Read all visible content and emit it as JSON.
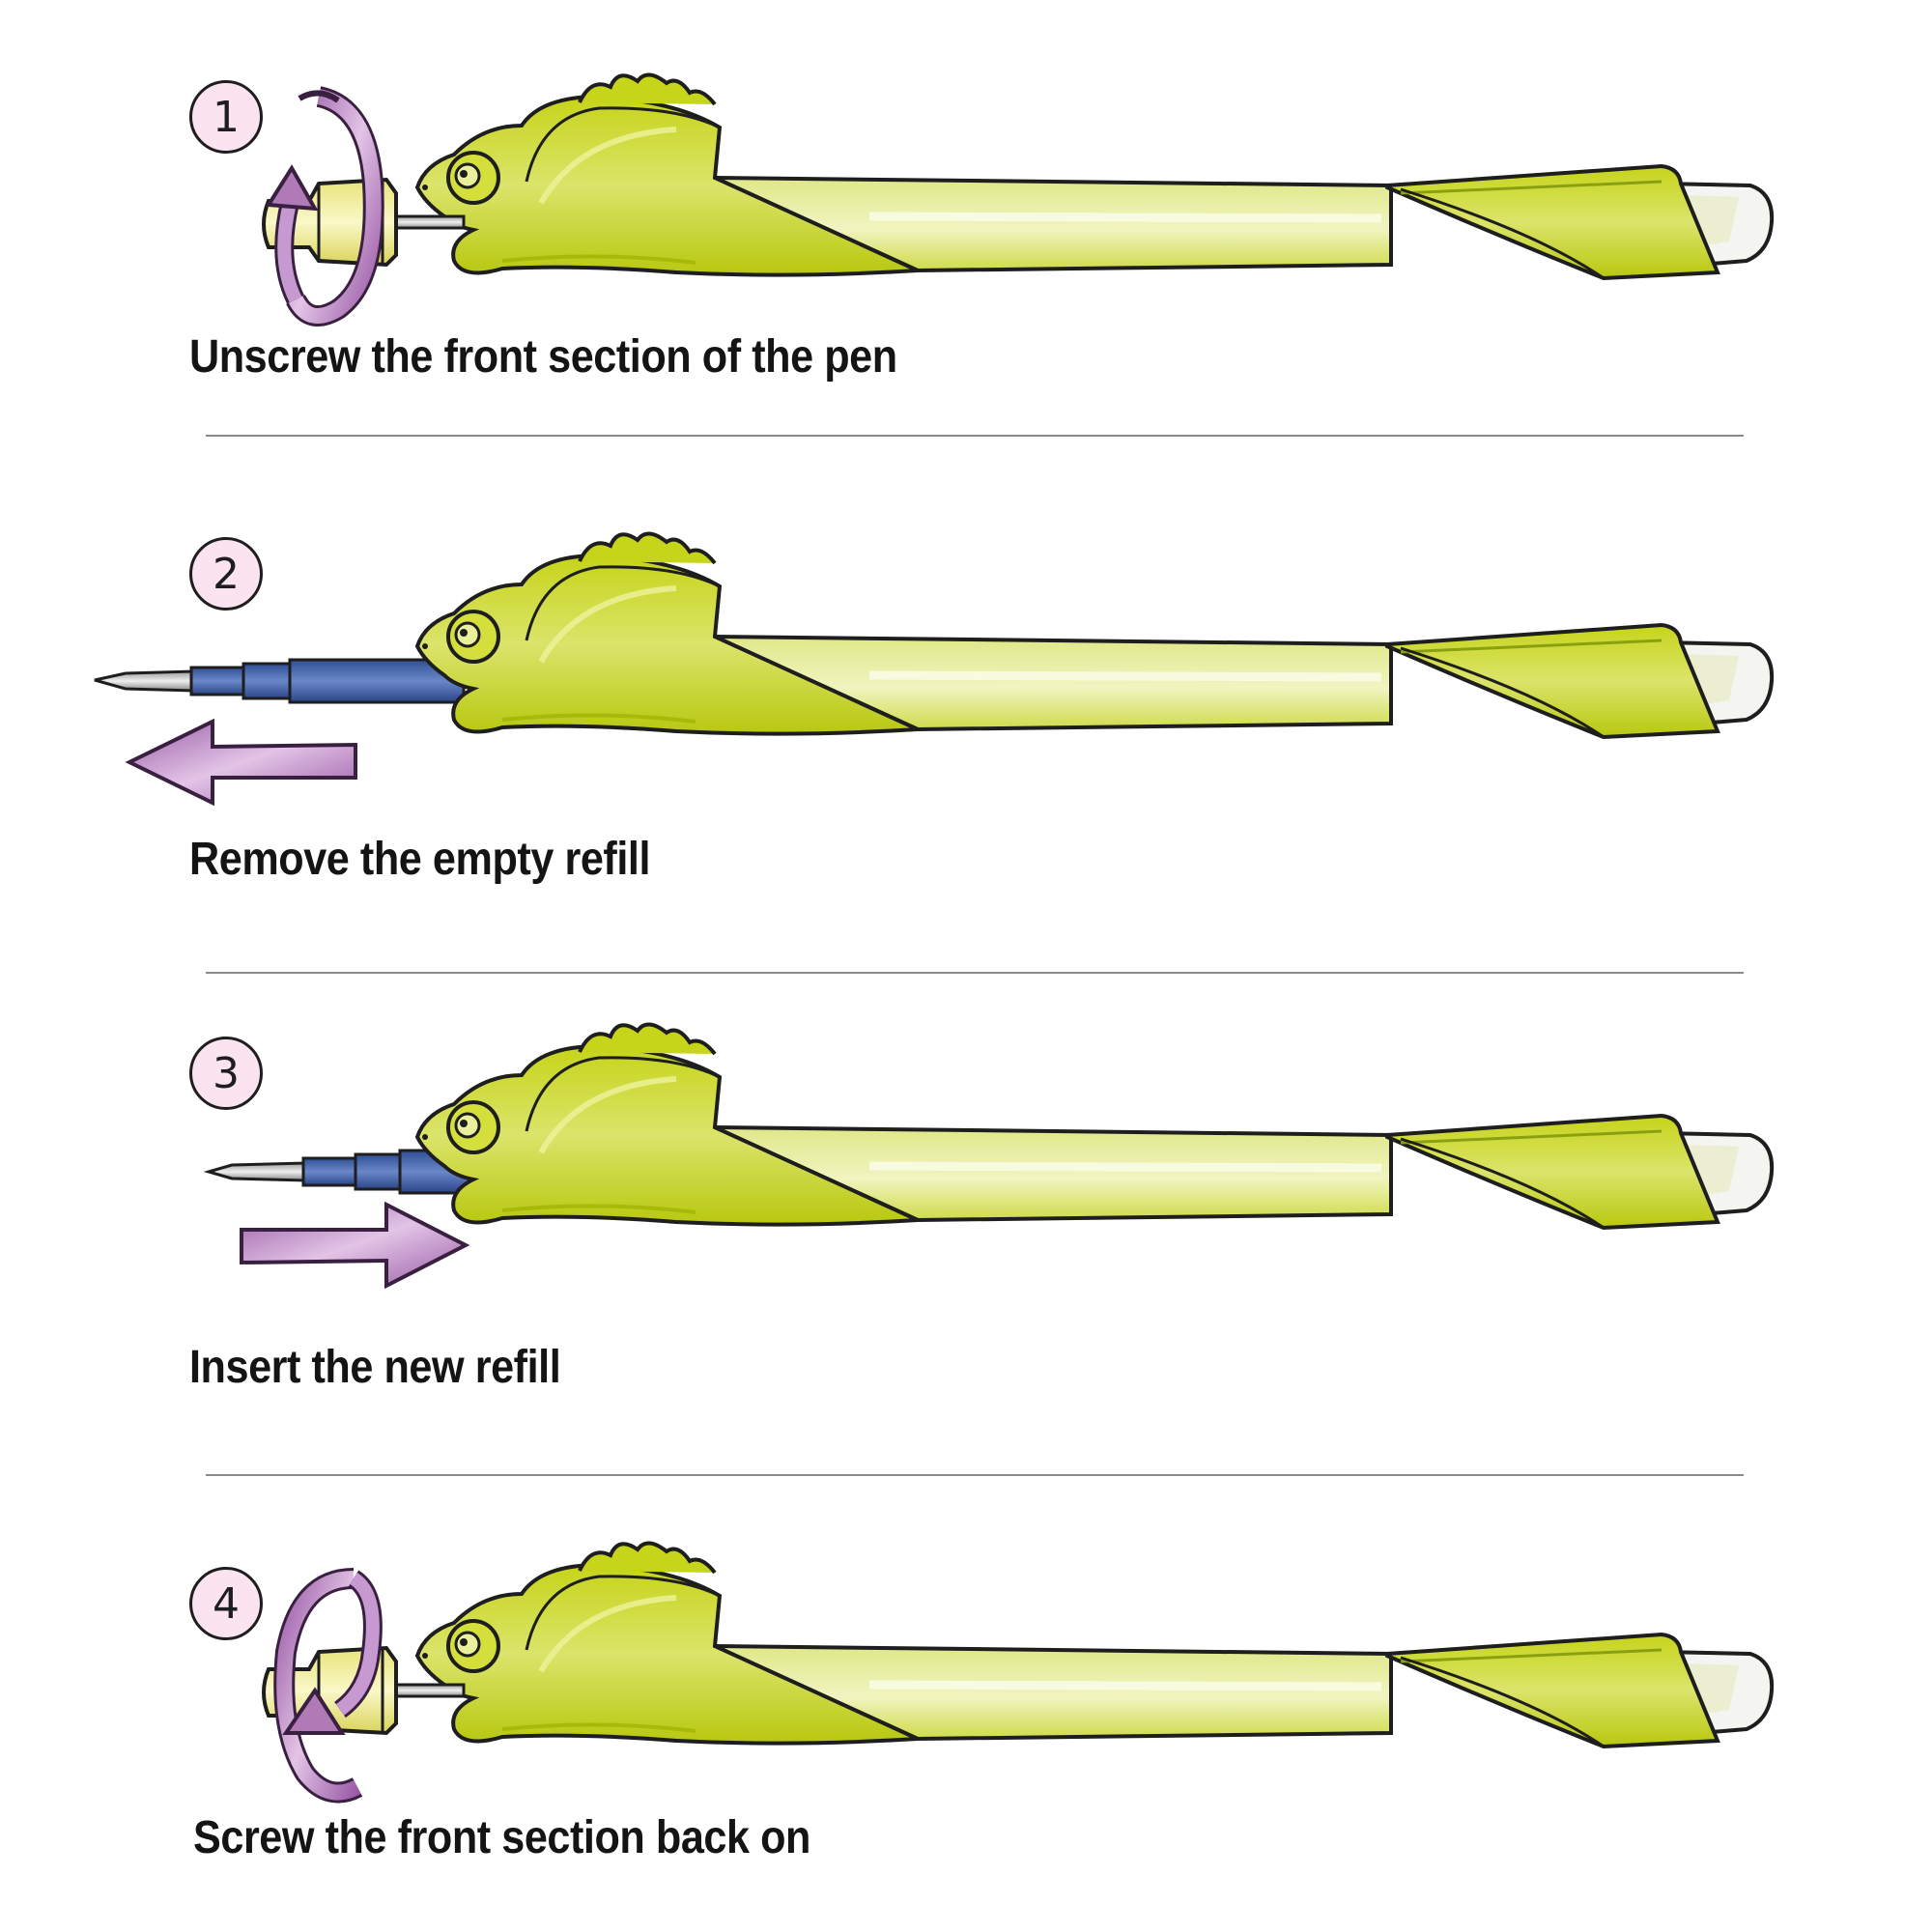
{
  "steps": [
    {
      "number": "1",
      "caption": "Unscrew the front section of the pen"
    },
    {
      "number": "2",
      "caption": "Remove the empty refill"
    },
    {
      "number": "3",
      "caption": "Insert the new refill"
    },
    {
      "number": "4",
      "caption": "Screw the front section back on"
    }
  ],
  "colors": {
    "pen_green": "#c8d61e",
    "pen_light": "#e6ec93",
    "refill_blue": "#3d5fa8",
    "arrow_purple": "#b07ab6",
    "badge_pink": "#fbe3f0",
    "cap_yellow": "#f0eb9a"
  }
}
